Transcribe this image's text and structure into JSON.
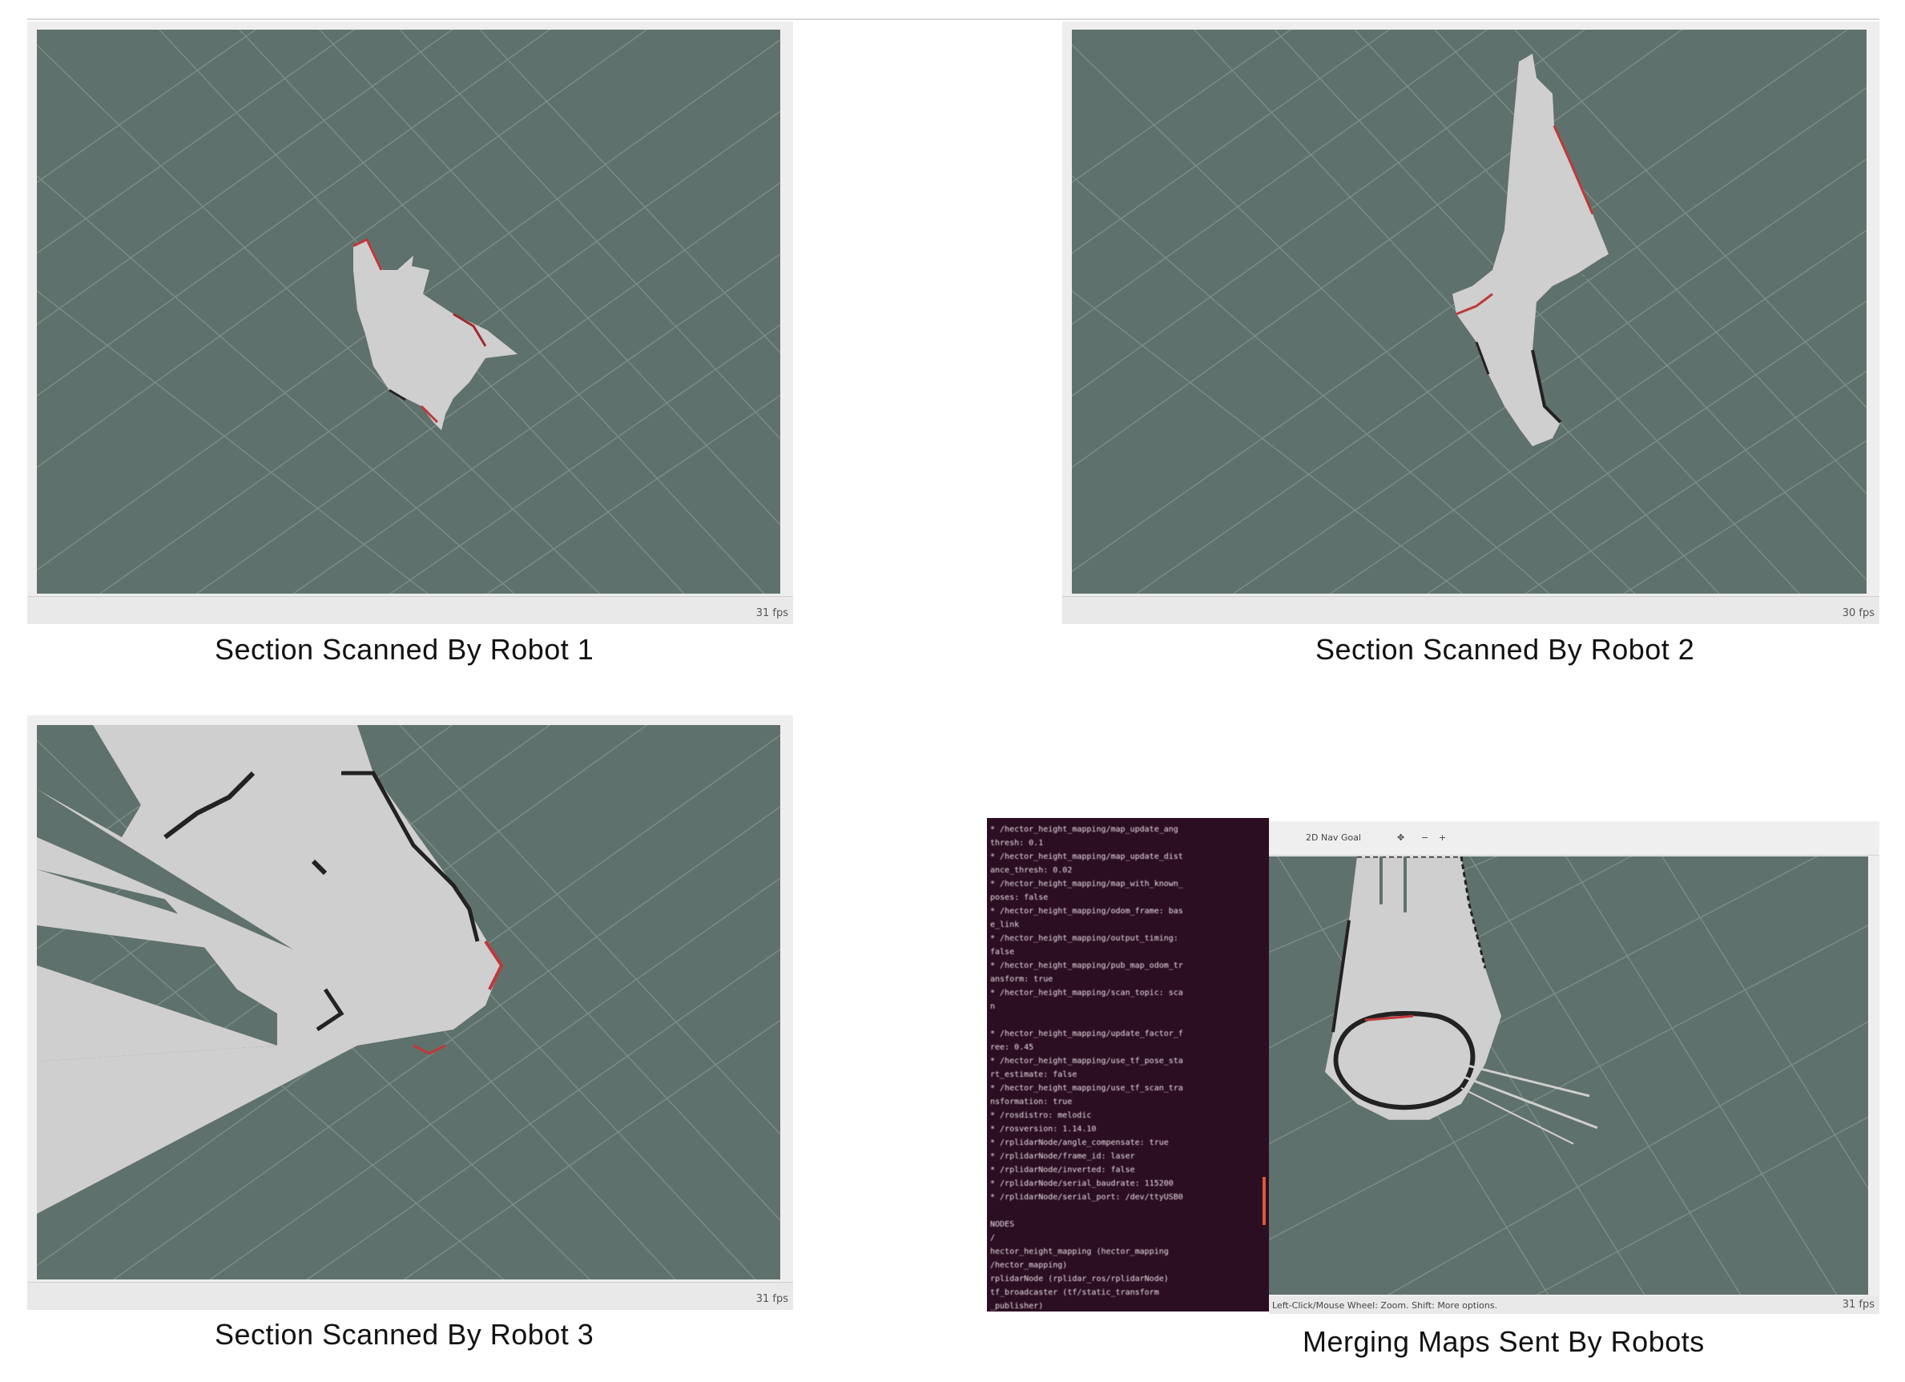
{
  "panels": [
    {
      "caption": "Section Scanned By Robot 1",
      "fps": "31 fps"
    },
    {
      "caption": "Section Scanned By Robot 2",
      "fps": "30 fps"
    },
    {
      "caption": "Section Scanned By Robot 3",
      "fps": "31 fps"
    },
    {
      "caption": "Merging Maps Sent By Robots",
      "fps": "31 fps"
    }
  ],
  "merge_window": {
    "toolbar_label": "2D Nav Goal",
    "status_hint": "Left-Click/Mouse Wheel: Zoom. Shift: More options."
  },
  "terminal_lines": [
    "* /hector_height_mapping/map_update_ang",
    "   thresh: 0.1",
    "* /hector_height_mapping/map_update_dist",
    "   ance_thresh: 0.02",
    "* /hector_height_mapping/map_with_known_",
    "   poses: false",
    "* /hector_height_mapping/odom_frame: bas",
    "   e_link",
    "* /hector_height_mapping/output_timing:",
    "   false",
    "* /hector_height_mapping/pub_map_odom_tr",
    "   ansform: true",
    "* /hector_height_mapping/scan_topic: sca",
    "   n",
    "",
    "* /hector_height_mapping/update_factor_f",
    "   ree: 0.45",
    "* /hector_height_mapping/use_tf_pose_sta",
    "   rt_estimate: false",
    "* /hector_height_mapping/use_tf_scan_tra",
    "   nsformation: true",
    "* /rosdistro: melodic",
    "* /rosversion: 1.14.10",
    "* /rplidarNode/angle_compensate: true",
    "* /rplidarNode/frame_id: laser",
    "* /rplidarNode/inverted: false",
    "* /rplidarNode/serial_baudrate: 115200",
    "* /rplidarNode/serial_port: /dev/ttyUSB0",
    "",
    "NODES",
    "  /",
    "    hector_height_mapping (hector_mapping",
    "   /hector_mapping)",
    "    rplidarNode (rplidar_ros/rplidarNode)",
    "    tf_broadcaster (tf/static_transform",
    "   _publisher)"
  ]
}
